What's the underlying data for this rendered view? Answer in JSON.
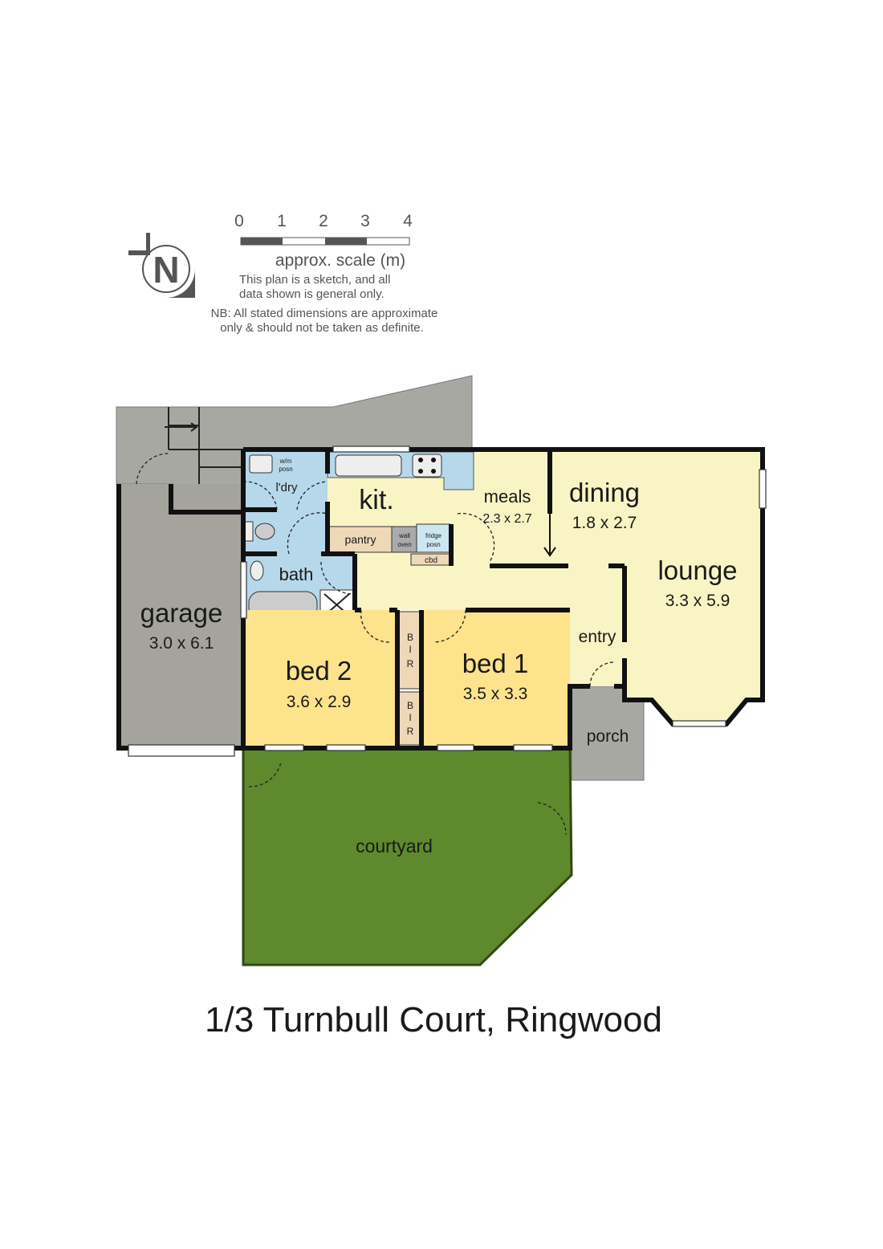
{
  "legend": {
    "scale_ticks": [
      "0",
      "1",
      "2",
      "3",
      "4"
    ],
    "scale_label": "approx. scale (m)",
    "disclaimer_line1": "This plan is a sketch, and all",
    "disclaimer_line2": "data shown is general only.",
    "nb_line1": "NB: All stated dimensions are approximate",
    "nb_line2": "only & should not be taken as definite.",
    "north_label": "N"
  },
  "rooms": {
    "garage": {
      "name": "garage",
      "dims": "3.0 x 6.1"
    },
    "laundry": {
      "name": "l'dry"
    },
    "wm": {
      "line1": "w/m",
      "line2": "posn"
    },
    "kitchen": {
      "name": "kit."
    },
    "pantry": {
      "name": "pantry"
    },
    "wall_oven": {
      "line1": "wall",
      "line2": "oven"
    },
    "fridge": {
      "line1": "fridge",
      "line2": "posn"
    },
    "cbd": {
      "name": "cbd"
    },
    "meals": {
      "name": "meals",
      "dims": "2.3 x 2.7"
    },
    "dining": {
      "name": "dining",
      "dims": "1.8 x 2.7"
    },
    "lounge": {
      "name": "lounge",
      "dims": "3.3 x 5.9"
    },
    "bath": {
      "name": "bath"
    },
    "bed2": {
      "name": "bed 2",
      "dims": "3.6 x 2.9"
    },
    "bed1": {
      "name": "bed 1",
      "dims": "3.5 x 3.3"
    },
    "bir": {
      "l1": "B",
      "l2": "I",
      "l3": "R"
    },
    "entry": {
      "name": "entry"
    },
    "porch": {
      "name": "porch"
    },
    "courtyard": {
      "name": "courtyard"
    }
  },
  "address": "1/3 Turnbull Court, Ringwood",
  "colors": {
    "wet": "#b7d8ea",
    "living": "#f8f4c4",
    "bed": "#fde38c",
    "bir": "#efd8b6",
    "paving": "#a8a8a3",
    "grass": "#5e8a2d"
  }
}
